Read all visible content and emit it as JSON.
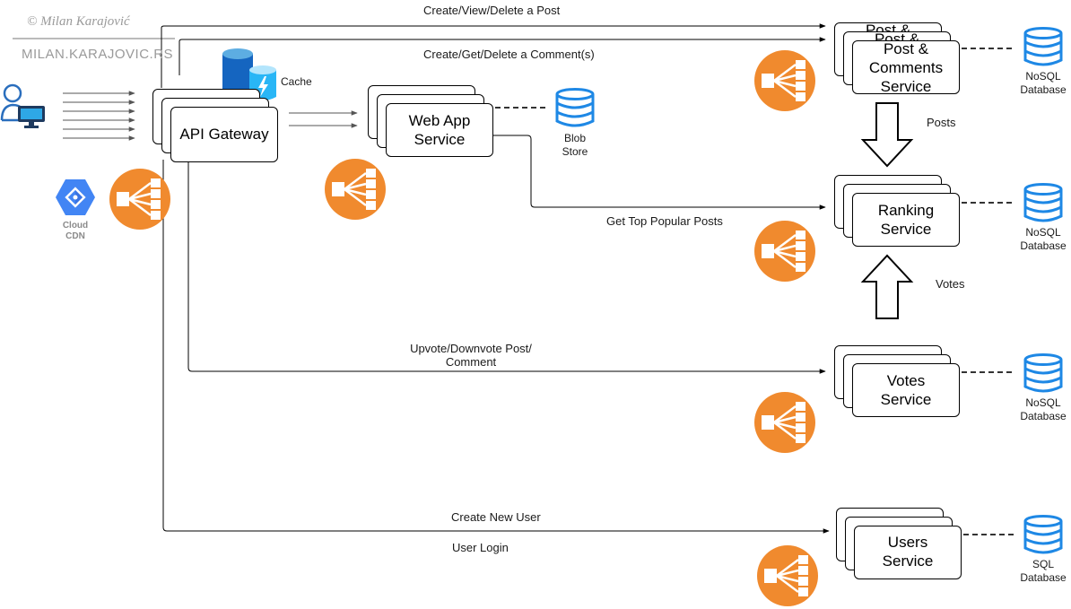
{
  "watermark": {
    "copyright": "©   Milan Karajović",
    "site": "MILAN.KARAJOVIC.RS"
  },
  "icons": {
    "user": "user-at-computer-icon",
    "cdn": "cloud-cdn-icon",
    "cache": "cache-database-icon",
    "load_balancer": "load-balancer-icon",
    "database": "database-cylinder-icon"
  },
  "colors": {
    "load_balancer": "#f08a2e",
    "database": "#1e88e5",
    "cdn": "#4285f4"
  },
  "edges": {
    "create_post": "Create/View/Delete a Post",
    "create_comment": "Create/Get/Delete a Comment(s)",
    "top_posts": "Get Top Popular Posts",
    "upvote_line1": "Upvote/Downvote Post/",
    "upvote_line2": "Comment",
    "create_user": "Create New User",
    "user_login": "User Login",
    "posts": "Posts",
    "votes": "Votes"
  },
  "nodes": {
    "cache": "Cache",
    "cdn_line1": "Cloud",
    "cdn_line2": "CDN",
    "api_gateway": "API Gateway",
    "webapp_line1": "Web App",
    "webapp_line2": "Service",
    "blob_line1": "Blob",
    "blob_line2": "Store",
    "post_stack1": "Post &",
    "post_stack2": "Post &",
    "post_line1": "Post &",
    "post_line2": "Comments",
    "post_line3": "Service",
    "ranking_line1": "Ranking",
    "ranking_line2": "Service",
    "votes_line1": "Votes",
    "votes_line2": "Service",
    "users_line1": "Users",
    "users_line2": "Service"
  },
  "databases": {
    "posts_db_line1": "NoSQL",
    "posts_db_line2": "Database",
    "ranking_db_line1": "NoSQL",
    "ranking_db_line2": "Database",
    "votes_db_line1": "NoSQL",
    "votes_db_line2": "Database",
    "users_db_line1": "SQL",
    "users_db_line2": "Database"
  }
}
